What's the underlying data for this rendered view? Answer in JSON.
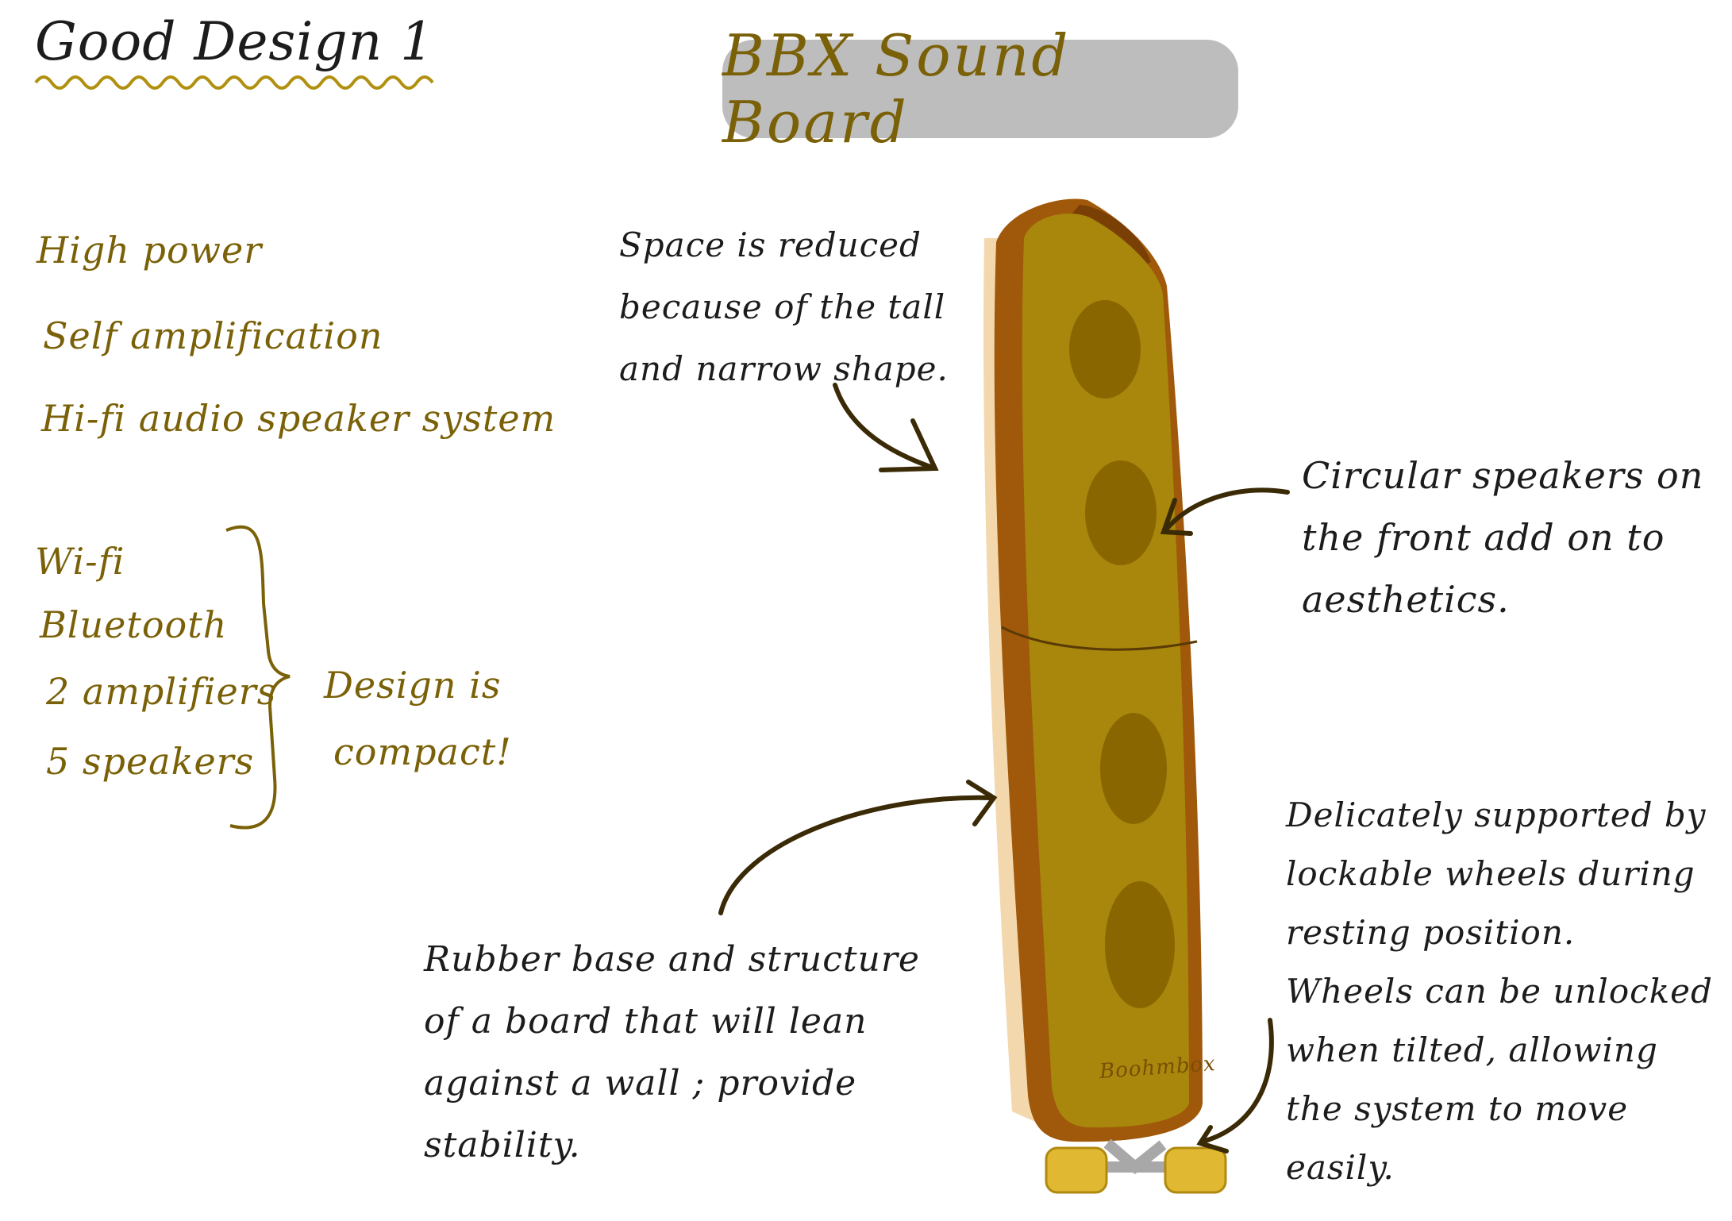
{
  "page_title": "Good Design 1",
  "banner_title": "BBX Sound Board",
  "features": [
    "High power",
    "Self amplification",
    "Hi-fi audio speaker system"
  ],
  "components": [
    "Wi-fi",
    "Bluetooth",
    "2 amplifiers",
    "5 speakers"
  ],
  "brace_note": [
    "Design is",
    "compact!"
  ],
  "annotations": {
    "space": [
      "Space is reduced",
      "because of the tall",
      "and narrow shape."
    ],
    "speakers": [
      "Circular speakers on",
      "the front add on to",
      "aesthetics."
    ],
    "rubber": [
      "Rubber base and structure",
      "of a board that will lean",
      "against a wall ; provide",
      "stability."
    ],
    "wheels": [
      "Delicately supported by",
      "lockable wheels during",
      "resting position.",
      "Wheels can be unlocked",
      "when tilted, allowing",
      "the system to move",
      "easily."
    ]
  },
  "logo_text": "Boohmbox",
  "colors": {
    "olive_text": "#7a6108",
    "ink": "#1c1c1c",
    "board_body": "#a8870c",
    "board_edge": "#a0580a",
    "speaker": "#8a6600",
    "wheel": "#e0b832"
  }
}
